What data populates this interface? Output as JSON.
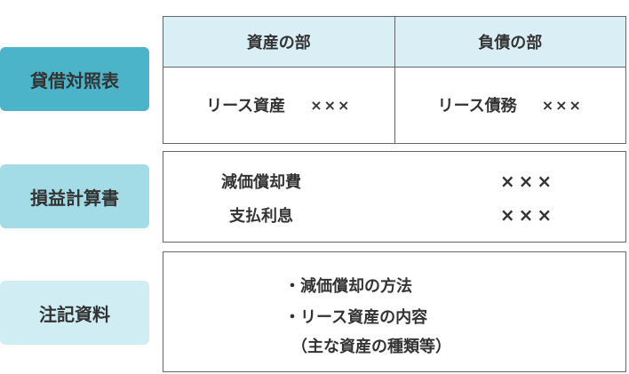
{
  "colors": {
    "bs_label_bg": "#4cb4c8",
    "pl_label_bg": "#a3dbe6",
    "note_label_bg": "#d0edf3",
    "header_bg": "#d9eff5",
    "border": "#666666",
    "text": "#333333"
  },
  "balance_sheet": {
    "label": "貸借対照表",
    "assets_header": "資産の部",
    "liabilities_header": "負債の部",
    "asset_item": "リース資産",
    "asset_value": "×××",
    "liability_item": "リース債務",
    "liability_value": "×××"
  },
  "income_statement": {
    "label": "損益計算書",
    "rows": [
      {
        "item": "減価償却費",
        "value": "×××"
      },
      {
        "item": "支払利息",
        "value": "×××"
      }
    ]
  },
  "notes": {
    "label": "注記資料",
    "lines": [
      "・減価償却の方法",
      "・リース資産の内容",
      "（主な資産の種類等）"
    ]
  }
}
